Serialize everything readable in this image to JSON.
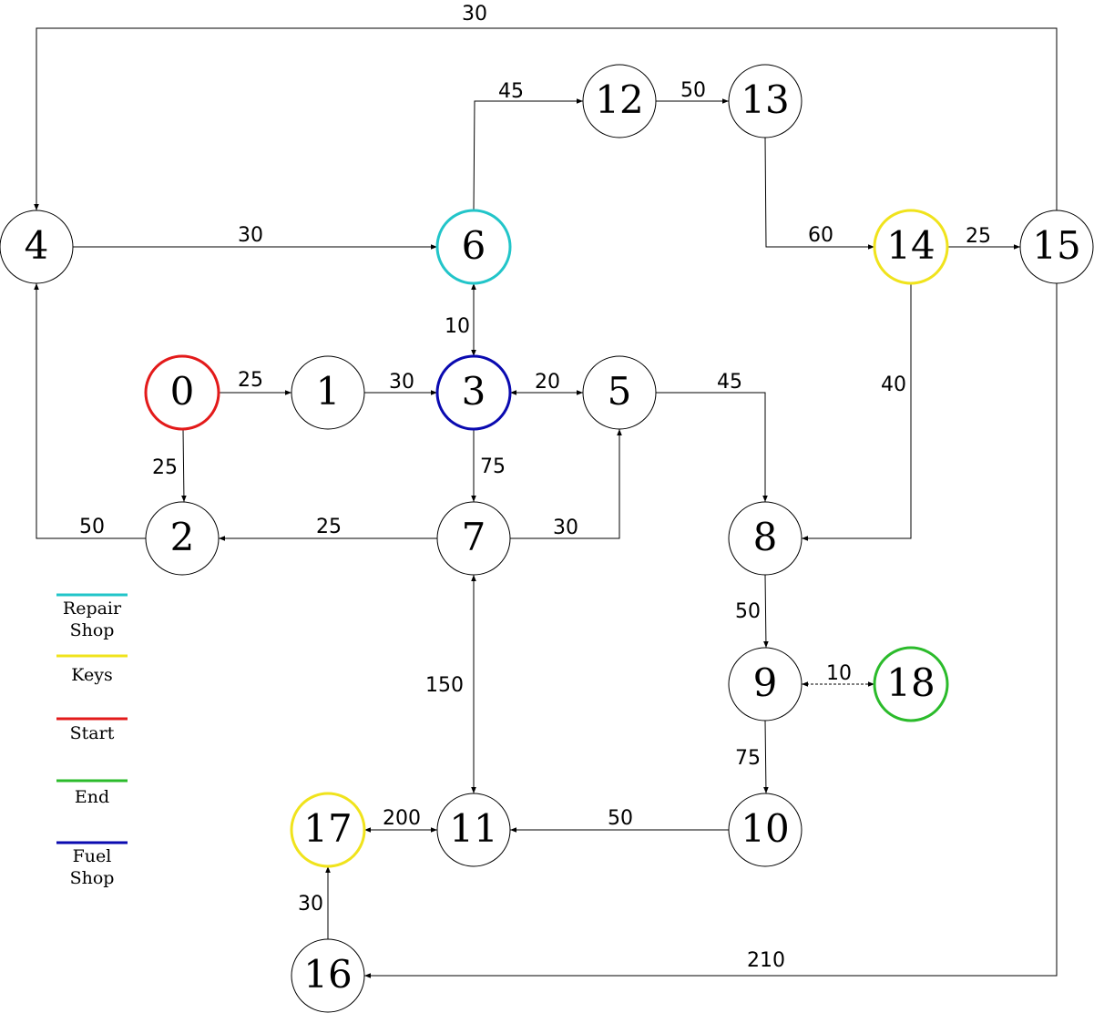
{
  "nodes": [
    {
      "id": "0",
      "role": "start"
    },
    {
      "id": "1",
      "role": ""
    },
    {
      "id": "2",
      "role": ""
    },
    {
      "id": "3",
      "role": "fuel"
    },
    {
      "id": "4",
      "role": ""
    },
    {
      "id": "5",
      "role": ""
    },
    {
      "id": "6",
      "role": "repair"
    },
    {
      "id": "7",
      "role": ""
    },
    {
      "id": "8",
      "role": ""
    },
    {
      "id": "9",
      "role": ""
    },
    {
      "id": "10",
      "role": ""
    },
    {
      "id": "11",
      "role": ""
    },
    {
      "id": "12",
      "role": ""
    },
    {
      "id": "13",
      "role": ""
    },
    {
      "id": "14",
      "role": "keys"
    },
    {
      "id": "15",
      "role": ""
    },
    {
      "id": "16",
      "role": ""
    },
    {
      "id": "17",
      "role": "keys"
    },
    {
      "id": "18",
      "role": "end"
    }
  ],
  "edges": [
    {
      "from": "0",
      "to": "1",
      "weight": "25",
      "bidirectional": false,
      "dashed": false
    },
    {
      "from": "0",
      "to": "2",
      "weight": "25",
      "bidirectional": false,
      "dashed": false
    },
    {
      "from": "1",
      "to": "3",
      "weight": "30",
      "bidirectional": false,
      "dashed": false
    },
    {
      "from": "2",
      "to": "4",
      "weight": "50",
      "bidirectional": false,
      "dashed": false
    },
    {
      "from": "3",
      "to": "5",
      "weight": "20",
      "bidirectional": true,
      "dashed": false
    },
    {
      "from": "3",
      "to": "6",
      "weight": "10",
      "bidirectional": true,
      "dashed": false
    },
    {
      "from": "3",
      "to": "7",
      "weight": "75",
      "bidirectional": false,
      "dashed": false
    },
    {
      "from": "4",
      "to": "6",
      "weight": "30",
      "bidirectional": false,
      "dashed": false
    },
    {
      "from": "5",
      "to": "8",
      "weight": "45",
      "bidirectional": false,
      "dashed": false
    },
    {
      "from": "6",
      "to": "12",
      "weight": "45",
      "bidirectional": false,
      "dashed": false
    },
    {
      "from": "7",
      "to": "2",
      "weight": "25",
      "bidirectional": false,
      "dashed": false
    },
    {
      "from": "7",
      "to": "5",
      "weight": "30",
      "bidirectional": false,
      "dashed": false
    },
    {
      "from": "7",
      "to": "11",
      "weight": "150",
      "bidirectional": true,
      "dashed": false
    },
    {
      "from": "8",
      "to": "9",
      "weight": "50",
      "bidirectional": false,
      "dashed": false
    },
    {
      "from": "9",
      "to": "10",
      "weight": "75",
      "bidirectional": false,
      "dashed": false
    },
    {
      "from": "9",
      "to": "18",
      "weight": "10",
      "bidirectional": true,
      "dashed": true
    },
    {
      "from": "10",
      "to": "11",
      "weight": "50",
      "bidirectional": false,
      "dashed": false
    },
    {
      "from": "11",
      "to": "17",
      "weight": "200",
      "bidirectional": true,
      "dashed": false
    },
    {
      "from": "12",
      "to": "13",
      "weight": "50",
      "bidirectional": false,
      "dashed": false
    },
    {
      "from": "13",
      "to": "14",
      "weight": "60",
      "bidirectional": false,
      "dashed": false
    },
    {
      "from": "14",
      "to": "15",
      "weight": "25",
      "bidirectional": false,
      "dashed": false
    },
    {
      "from": "14",
      "to": "8",
      "weight": "40",
      "bidirectional": false,
      "dashed": false
    },
    {
      "from": "15",
      "to": "4",
      "weight": "30",
      "bidirectional": false,
      "dashed": false
    },
    {
      "from": "15",
      "to": "16",
      "weight": "210",
      "bidirectional": false,
      "dashed": false
    },
    {
      "from": "16",
      "to": "17",
      "weight": "30",
      "bidirectional": false,
      "dashed": false
    }
  ],
  "legend": [
    {
      "role": "repair",
      "label_lines": [
        "Repair",
        "Shop"
      ],
      "color": "#22c5c9"
    },
    {
      "role": "keys",
      "label_lines": [
        "Keys"
      ],
      "color": "#f0e31c"
    },
    {
      "role": "start",
      "label_lines": [
        "Start"
      ],
      "color": "#e31a1a"
    },
    {
      "role": "end",
      "label_lines": [
        "End"
      ],
      "color": "#2bbb2b"
    },
    {
      "role": "fuel",
      "label_lines": [
        "Fuel",
        "Shop"
      ],
      "color": "#0a0ab0"
    }
  ]
}
